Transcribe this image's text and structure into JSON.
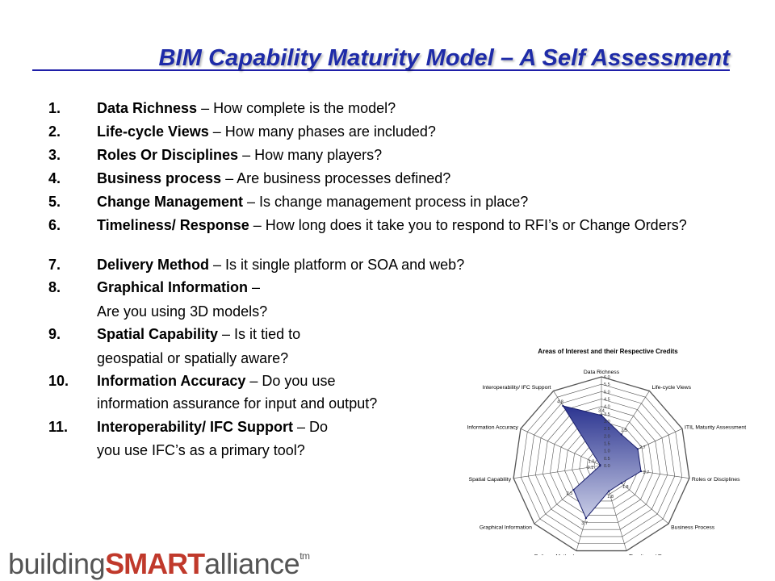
{
  "slide": {
    "title": "BIM Capability Maturity Model – A Self Assessment"
  },
  "items": [
    {
      "num": "1.",
      "bold": "Data Richness",
      "rest": " – How complete is the model?"
    },
    {
      "num": "2.",
      "bold": "Life-cycle Views",
      "rest": " – How many phases are included?"
    },
    {
      "num": "3.",
      "bold": "Roles Or Disciplines",
      "rest": " – How many players?"
    },
    {
      "num": "4.",
      "bold": "Business process",
      "rest": " – Are business processes defined?"
    },
    {
      "num": "5.",
      "bold": "Change Management",
      "rest": " – Is change management process in place?"
    },
    {
      "num": "6.",
      "bold": "Timeliness/ Response",
      "rest": " – How long does it take you to respond to RFI’s or Change Orders?"
    },
    {
      "num": "7.",
      "bold": "Delivery Method",
      "rest": " – Is it single platform or SOA and web?"
    },
    {
      "num": "8.",
      "bold": "Graphical Information",
      "rest": " –",
      "cont": "Are you using 3D models?"
    },
    {
      "num": "9.",
      "bold": "Spatial Capability",
      "rest": " – Is it tied to",
      "cont": "geospatial or spatially aware?"
    },
    {
      "num": "10.",
      "bold": "Information Accuracy",
      "rest": " – Do you use",
      "cont": "information assurance for input and output?"
    },
    {
      "num": "11.",
      "bold": "Interoperability/ IFC Support",
      "rest": " – Do",
      "cont": "you use IFC’s as a primary tool?"
    }
  ],
  "logo": {
    "part1": "building",
    "part2": "SMART",
    "part3": "alliance",
    "tm": "tm"
  },
  "chart_data": {
    "type": "radar",
    "title": "Areas of Interest and their Respective Credits",
    "axes": [
      "Data Richness",
      "Life-cycle Views",
      "ITIL Maturity Assessment",
      "Roles or Disciplines",
      "Business Process",
      "Timeliness/ Response",
      "Delivery Method",
      "Graphical Information",
      "Spatial Capability",
      "Information Accuracy",
      "Interoperability/ IFC Support"
    ],
    "ticks": [
      "0.0",
      "0.5",
      "1.0",
      "1.5",
      "2.0",
      "2.5",
      "3.0",
      "3.5",
      "4.0",
      "4.5",
      "5.0",
      "5.5",
      "6.0"
    ],
    "range": [
      0,
      6
    ],
    "values": [
      3.4,
      2.5,
      2.7,
      2.7,
      1.8,
      1.8,
      3.7,
      2.5,
      0.1,
      0.1,
      4.8
    ],
    "value_labels": [
      "3.4",
      "2.5",
      "2.7",
      "2.7",
      "1.8",
      "1.8",
      "3.7",
      "2.5",
      "0.1",
      "1.0",
      "4.8"
    ],
    "fill_color": "#2b3490",
    "grid_color": "#555555"
  }
}
